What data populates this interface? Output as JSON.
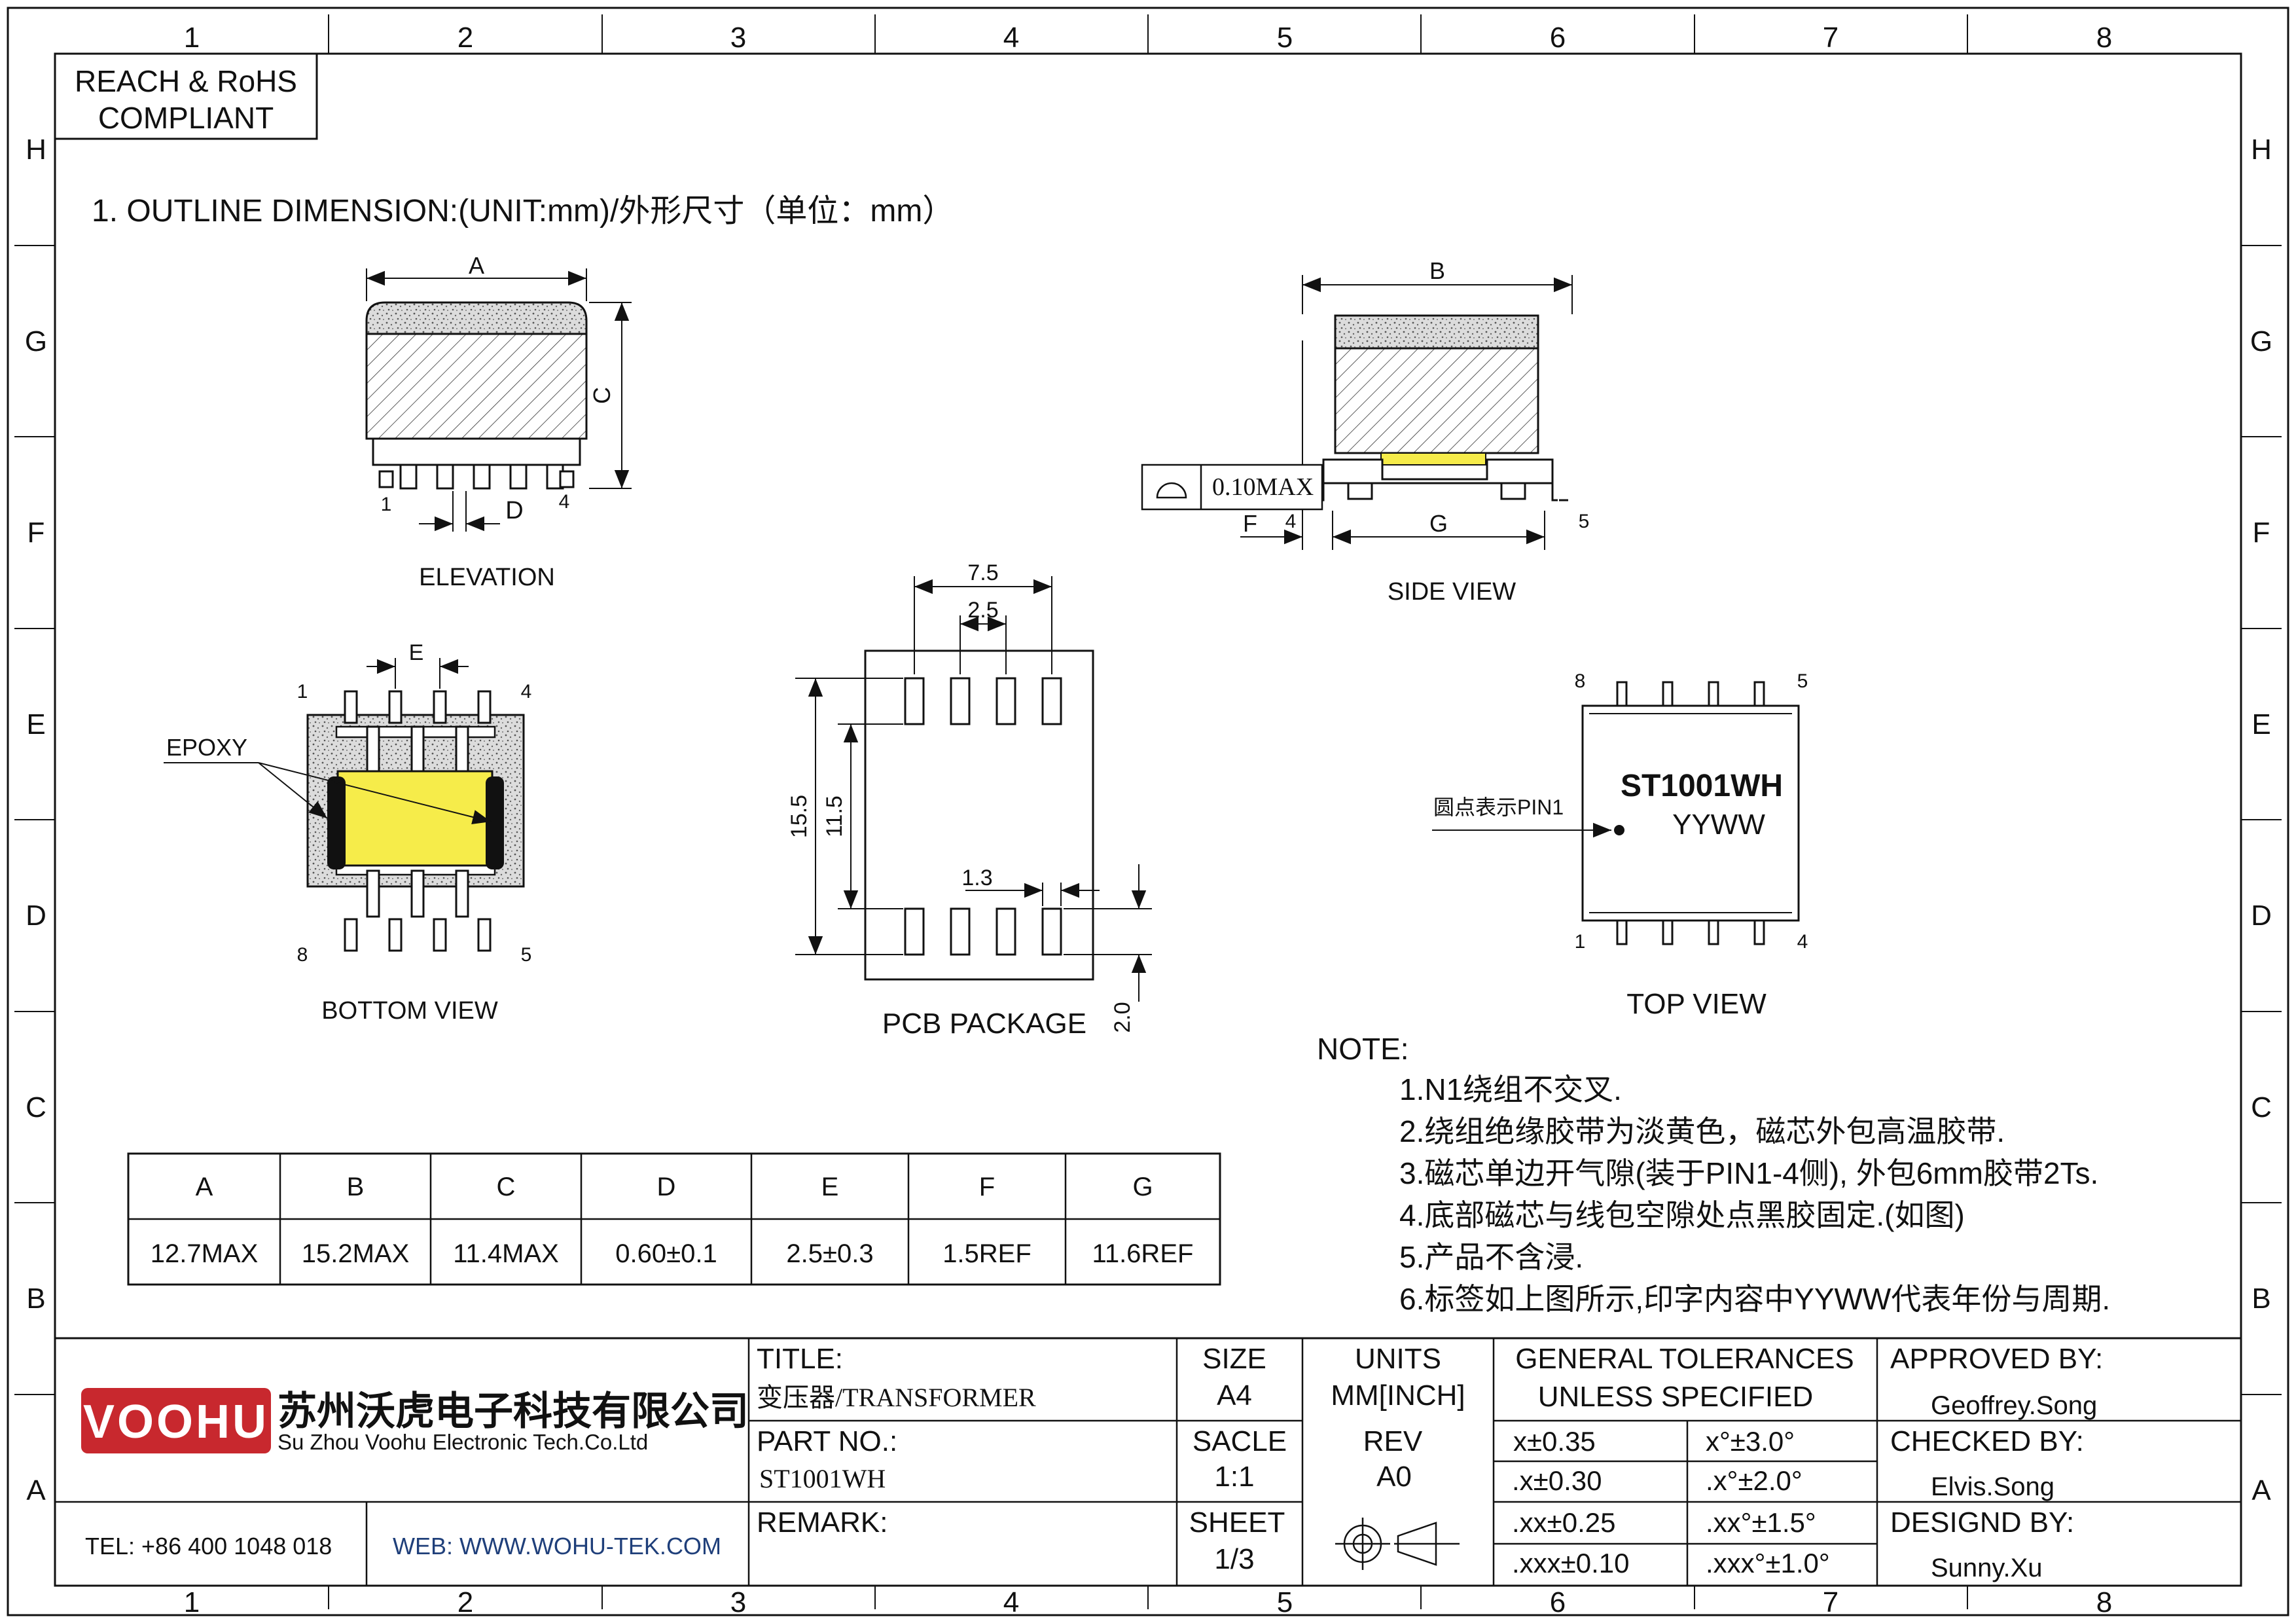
{
  "grid": {
    "columns": [
      "1",
      "2",
      "3",
      "4",
      "5",
      "6",
      "7",
      "8"
    ],
    "rows": [
      "H",
      "G",
      "F",
      "E",
      "D",
      "C",
      "B",
      "A"
    ]
  },
  "compliance": {
    "line1": "REACH & RoHS",
    "line2": "COMPLIANT"
  },
  "section_title": "1. OUTLINE DIMENSION:(UNIT:mm)/外形尺寸（单位：mm）",
  "elevation": {
    "label": "ELEVATION",
    "dim_a": "A",
    "dim_c": "C",
    "dim_d": "D",
    "pin_1": "1",
    "pin_4": "4"
  },
  "side_view": {
    "label": "SIDE VIEW",
    "dim_b": "B",
    "dim_f": "F",
    "dim_g": "G",
    "pin_4": "4",
    "pin_5": "5",
    "flatness": "0.10MAX"
  },
  "bottom_view": {
    "label": "BOTTOM VIEW",
    "epoxy": "EPOXY",
    "dim_e": "E",
    "pin_1": "1",
    "pin_4": "4",
    "pin_5": "5",
    "pin_8": "8"
  },
  "pcb": {
    "label": "PCB PACKAGE",
    "dim_pitch_total": "7.5",
    "dim_pitch": "2.5",
    "dim_outer": "15.5",
    "dim_inner": "11.5",
    "dim_pad_w": "1.3",
    "dim_pad_l": "2.0"
  },
  "top_view": {
    "label": "TOP VIEW",
    "part": "ST1001WH",
    "date_code": "YYWW",
    "pin1_note": "圆点表示PIN1",
    "pin_1": "1",
    "pin_4": "4",
    "pin_5": "5",
    "pin_8": "8"
  },
  "notes": {
    "title": "NOTE:",
    "items": [
      "1.N1绕组不交叉.",
      "2.绕组绝缘胶带为淡黄色，磁芯外包高温胶带.",
      "3.磁芯单边开气隙(装于PIN1-4侧), 外包6mm胶带2Ts.",
      "4.底部磁芯与线包空隙处点黑胶固定.(如图)",
      "5.产品不含浸.",
      "6.标签如上图所示,印字内容中YYWW代表年份与周期."
    ]
  },
  "dim_table": {
    "headers": [
      "A",
      "B",
      "C",
      "D",
      "E",
      "F",
      "G"
    ],
    "values": [
      "12.7MAX",
      "15.2MAX",
      "11.4MAX",
      "0.60±0.1",
      "2.5±0.3",
      "1.5REF",
      "11.6REF"
    ]
  },
  "title_block": {
    "logo": "VOOHU",
    "company_cn": "苏州沃虎电子科技有限公司",
    "company_en": "Su Zhou Voohu Electronic Tech.Co.Ltd",
    "tel": "TEL: +86 400 1048 018",
    "web": "WEB: WWW.WOHU-TEK.COM",
    "title_label": "TITLE:",
    "title_value": "变压器/TRANSFORMER",
    "part_label": "PART NO.:",
    "part_value": "ST1001WH",
    "remark_label": "REMARK:",
    "size_label": "SIZE",
    "size_value": "A4",
    "units_label": "UNITS",
    "units_value": "MM[INCH]",
    "sacle_label": "SACLE",
    "sacle_value": "1:1",
    "rev_label": "REV",
    "rev_value": "A0",
    "sheet_label": "SHEET",
    "sheet_value": "1/3",
    "tol_title1": "GENERAL TOLERANCES",
    "tol_title2": "UNLESS SPECIFIED",
    "tol": [
      [
        "x±0.35",
        "x°±3.0°"
      ],
      [
        ".x±0.30",
        ".x°±2.0°"
      ],
      [
        ".xx±0.25",
        ".xx°±1.5°"
      ],
      [
        ".xxx±0.10",
        ".xxx°±1.0°"
      ]
    ],
    "approved_label": "APPROVED BY:",
    "approved_value": "Geoffrey.Song",
    "checked_label": "CHECKED BY:",
    "checked_value": "Elvis.Song",
    "design_label": "DESIGND BY:",
    "design_value": "Sunny.Xu"
  },
  "colors": {
    "ink": "#111111",
    "logo_red": "#c8282e",
    "winding_yellow": "#f6ec4a"
  }
}
